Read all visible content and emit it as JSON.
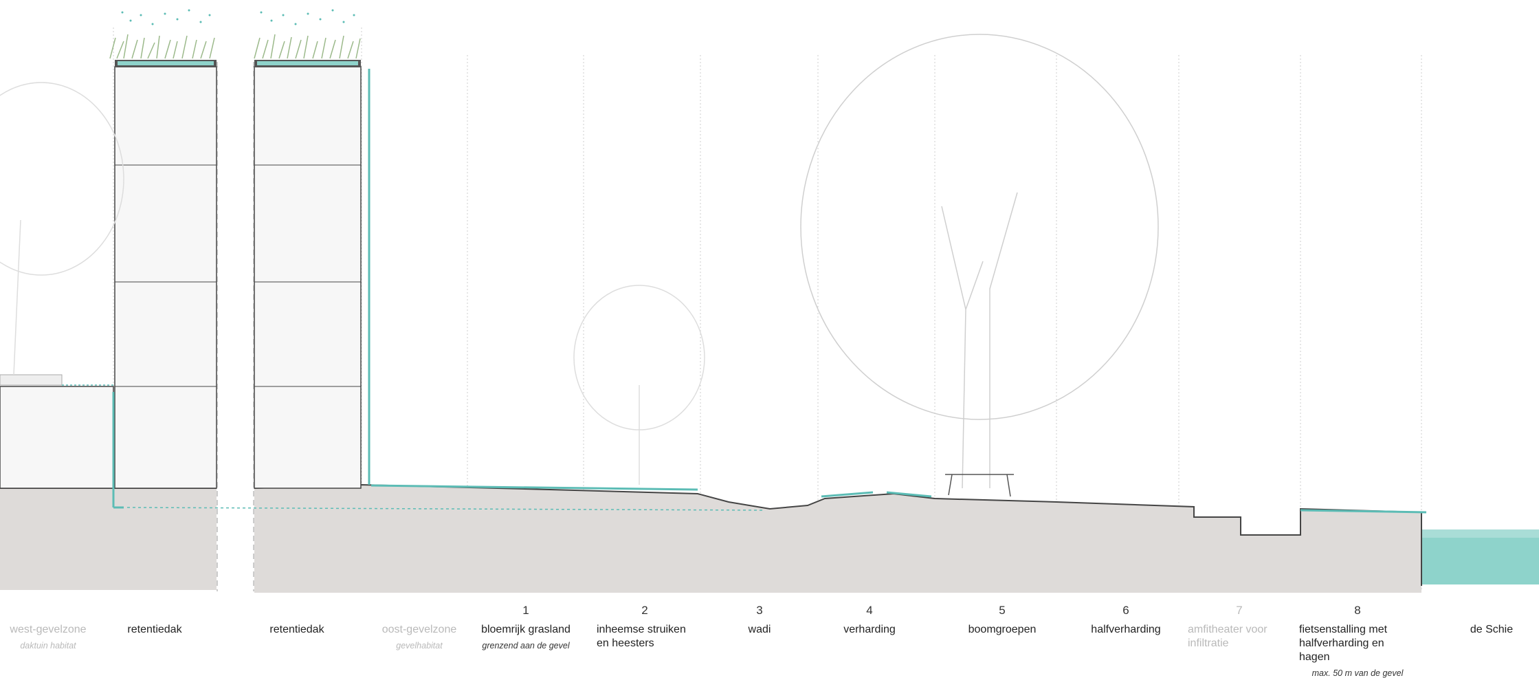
{
  "zones": [
    {
      "number": "",
      "label": "west-gevelzone",
      "sublabel": "daktuin habitat",
      "muted": true
    },
    {
      "number": "",
      "label": "retentiedak",
      "sublabel": "",
      "muted": false
    },
    {
      "number": "",
      "label": "retentiedak",
      "sublabel": "",
      "muted": false
    },
    {
      "number": "",
      "label": "oost-gevelzone",
      "sublabel": "gevelhabitat",
      "muted": true
    },
    {
      "number": "1",
      "label": "bloemrijk grasland",
      "sublabel": "grenzend aan de gevel",
      "muted": false
    },
    {
      "number": "2",
      "label": "inheemse struiken en heesters",
      "sublabel": "",
      "muted": false
    },
    {
      "number": "3",
      "label": "wadi",
      "sublabel": "",
      "muted": false
    },
    {
      "number": "4",
      "label": "verharding",
      "sublabel": "",
      "muted": false
    },
    {
      "number": "5",
      "label": "boomgroepen",
      "sublabel": "",
      "muted": false
    },
    {
      "number": "6",
      "label": "halfverharding",
      "sublabel": "",
      "muted": false
    },
    {
      "number": "7",
      "label": "amfitheater voor infiltratie",
      "sublabel": "",
      "muted": true
    },
    {
      "number": "8",
      "label": "fietsenstalling met halfverharding en hagen",
      "sublabel": "max. 50 m van de gevel",
      "muted": false
    },
    {
      "number": "",
      "label": "de Schie",
      "sublabel": "",
      "muted": false
    }
  ],
  "colors": {
    "ground": "#dedbd9",
    "water": "#8ed3cb",
    "water_line": "#5cbcb5",
    "building": "#f7f7f7",
    "outline": "#444444",
    "greenery": "#9bb98a",
    "tree": "#cfcfcf"
  }
}
